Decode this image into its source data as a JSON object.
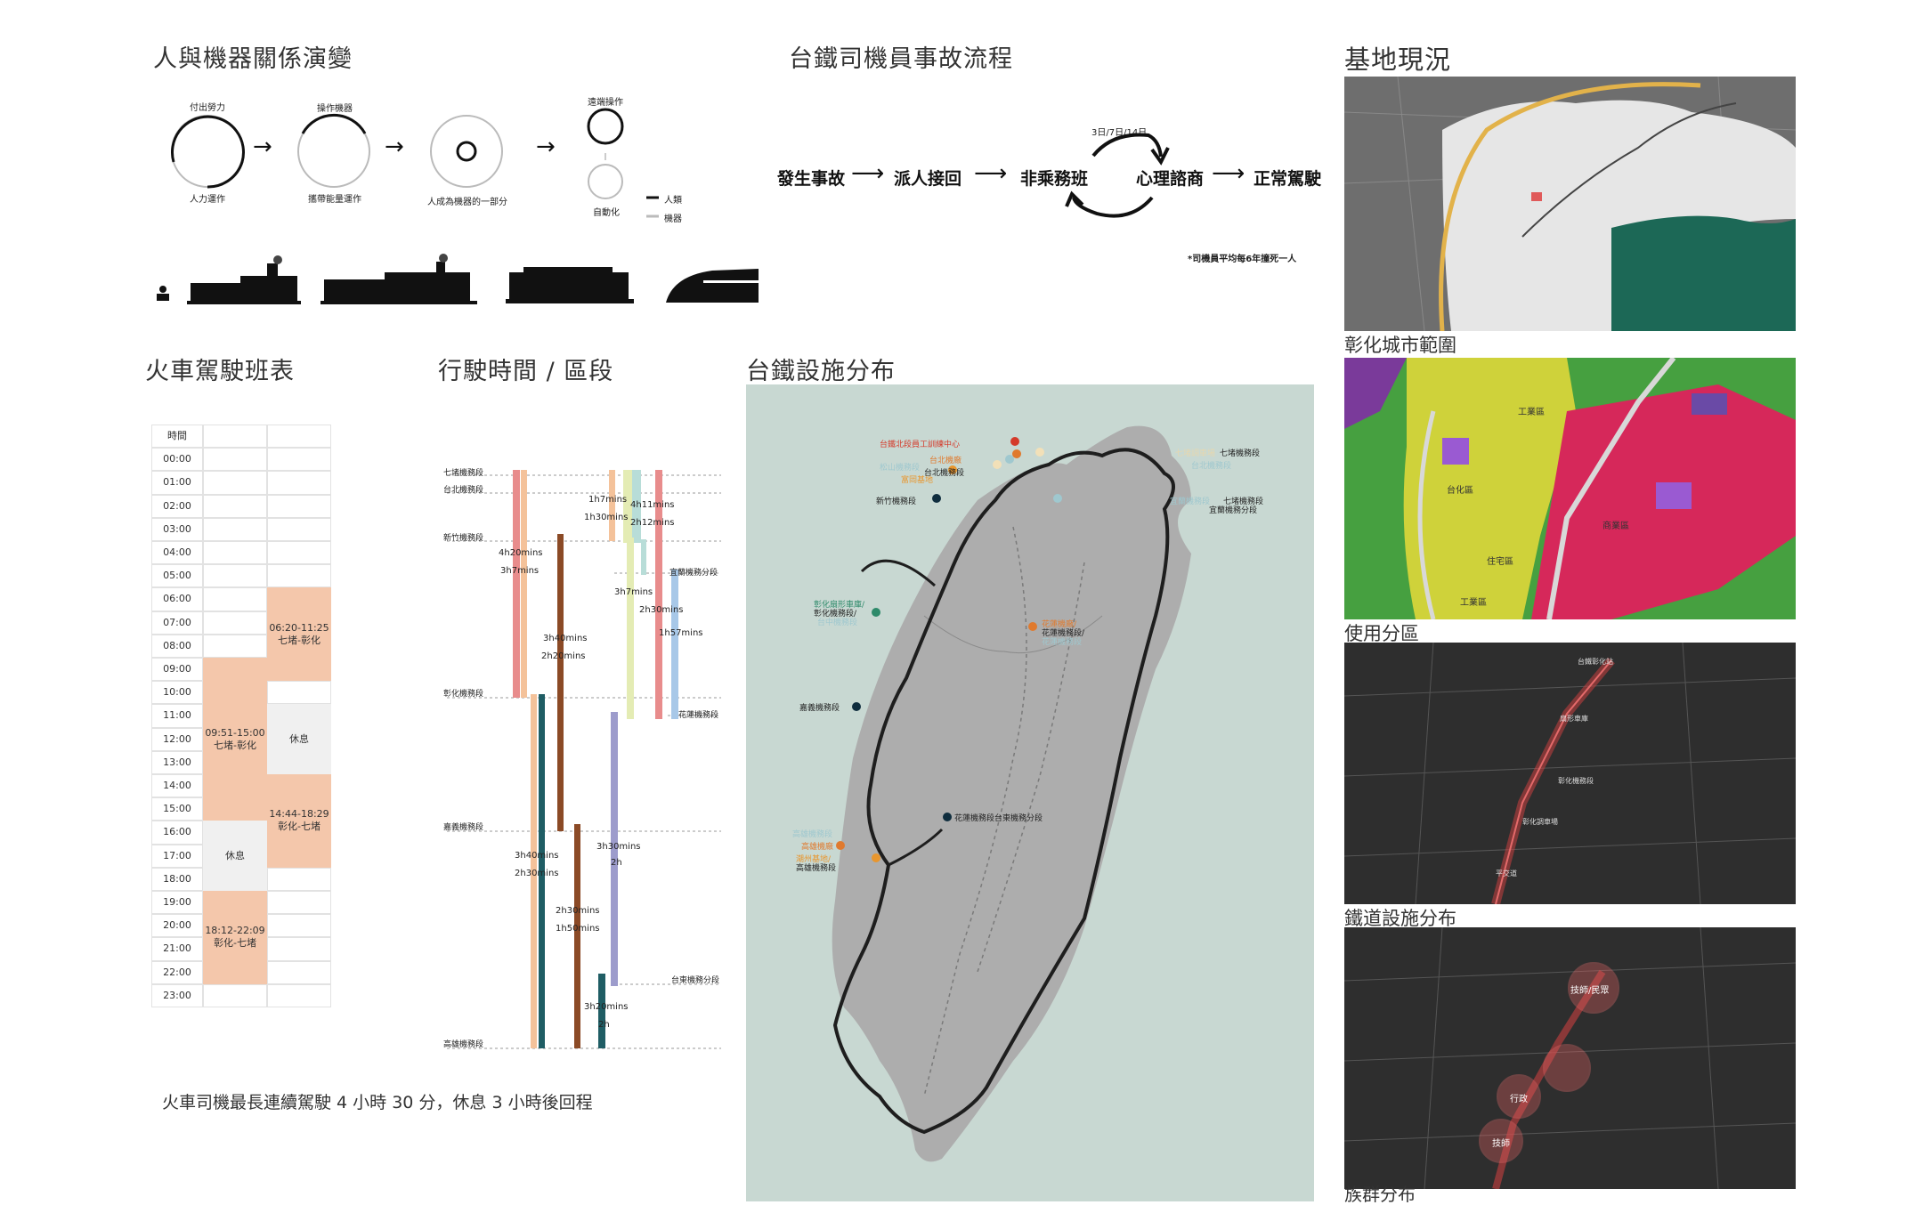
{
  "sections": {
    "evolution_title": "人與機器關係演變",
    "accident_title": "台鐵司機員事故流程",
    "site_title": "基地現況",
    "schedule_title": "火車駕駛班表",
    "segments_title": "行駛時間 / 區段",
    "facility_title": "台鐵設施分布"
  },
  "evolution": {
    "c1_top": "付出勞力",
    "c1_bottom": "人力運作",
    "c2_top": "操作機器",
    "c2_bottom": "攜帶能量運作",
    "c3_bottom": "人成為機器的一部分",
    "c4_top": "遠端操作",
    "c4_bottom": "自動化",
    "legend_human": "人類",
    "legend_machine": "機器"
  },
  "accident_flow": {
    "steps": [
      "發生事故",
      "派人接回",
      "非乘務班",
      "心理諮商",
      "正常駕駛"
    ],
    "cycle_label": "3日/7日/14日",
    "note": "*司機員平均每6年撞死一人"
  },
  "schedule": {
    "header": "時間",
    "times": [
      "00:00",
      "01:00",
      "02:00",
      "03:00",
      "04:00",
      "05:00",
      "06:00",
      "07:00",
      "08:00",
      "09:00",
      "10:00",
      "11:00",
      "12:00",
      "13:00",
      "14:00",
      "15:00",
      "16:00",
      "17:00",
      "18:00",
      "19:00",
      "20:00",
      "21:00",
      "22:00",
      "23:00"
    ],
    "blocks": [
      {
        "col": 2,
        "start": 6.0,
        "end": 9.9,
        "time": "06:20-11:25",
        "route": "七堵-彰化",
        "color": "#f4c7ab"
      },
      {
        "col": 1,
        "start": 9.0,
        "end": 15.9,
        "time": "09:51-15:00",
        "route": "七堵-彰化",
        "color": "#f4c7ab"
      },
      {
        "col": 2,
        "start": 11.0,
        "end": 14.0,
        "time": "",
        "route": "休息",
        "color": "#f0f0f0"
      },
      {
        "col": 2,
        "start": 14.0,
        "end": 17.9,
        "time": "14:44-18:29",
        "route": "彰化-七堵",
        "color": "#f4c7ab"
      },
      {
        "col": 1,
        "start": 16.0,
        "end": 18.9,
        "time": "",
        "route": "休息",
        "color": "#f0f0f0"
      },
      {
        "col": 1,
        "start": 19.0,
        "end": 22.9,
        "time": "18:12-22:09",
        "route": "彰化-七堵",
        "color": "#f4c7ab"
      }
    ],
    "footnote": "火車司機最長連續駕駛 4 小時 30 分，休息 3 小時後回程"
  },
  "segments": {
    "depots": [
      "七堵機務段",
      "台北機務段",
      "新竹機務段",
      "彰化機務段",
      "嘉義機務段",
      "高雄機務段"
    ],
    "right_depots": [
      "宜蘭機務分段",
      "花蓮機務段",
      "台東機務分段"
    ],
    "durations": [
      "1h7mins",
      "4h11mins",
      "1h30mins",
      "2h12mins",
      "4h20mins",
      "3h7mins",
      "3h7mins",
      "2h30mins",
      "1h57mins",
      "3h40mins",
      "2h20mins",
      "3h30mins",
      "2h",
      "3h40mins",
      "2h30mins",
      "2h30mins",
      "1h50mins",
      "3h20mins",
      "2h"
    ]
  },
  "map": {
    "labels": [
      "台鐵北段員工訓練中心",
      "台北機廠",
      "七堵機務段",
      "七堵調車場",
      "台北機務段",
      "松山機務段",
      "台北機務段",
      "富岡基地",
      "新竹機務段",
      "宜蘭機務段",
      "七堵機務段",
      "宜蘭機務分段",
      "彰化扇形車庫/",
      "彰化機務段/",
      "台中機務段",
      "花蓮機廠/",
      "花蓮機務段/",
      "花蓮機務段",
      "嘉義機務段",
      "花蓮機務段台東機務分段",
      "高雄機務段",
      "高雄機廠",
      "潮州基地/",
      "高雄機務段"
    ],
    "colors": {
      "sea": "#c8d8d2",
      "land": "#adadad",
      "track": "#1e1e1e"
    }
  },
  "site": {
    "captions": [
      "彰化城市範圍",
      "使用分區",
      "鐵道設施分布",
      "族群分布"
    ],
    "zoning_tags": [
      "工業區",
      "台化區",
      "住宅區",
      "商業區",
      "工業區"
    ],
    "rail_tags": [
      "台鐵彰化站",
      "扇形車庫",
      "彰化機務段",
      "彰化調車場",
      "平交道"
    ],
    "group_tags": [
      "技師/民眾",
      "行政",
      "技師"
    ]
  }
}
